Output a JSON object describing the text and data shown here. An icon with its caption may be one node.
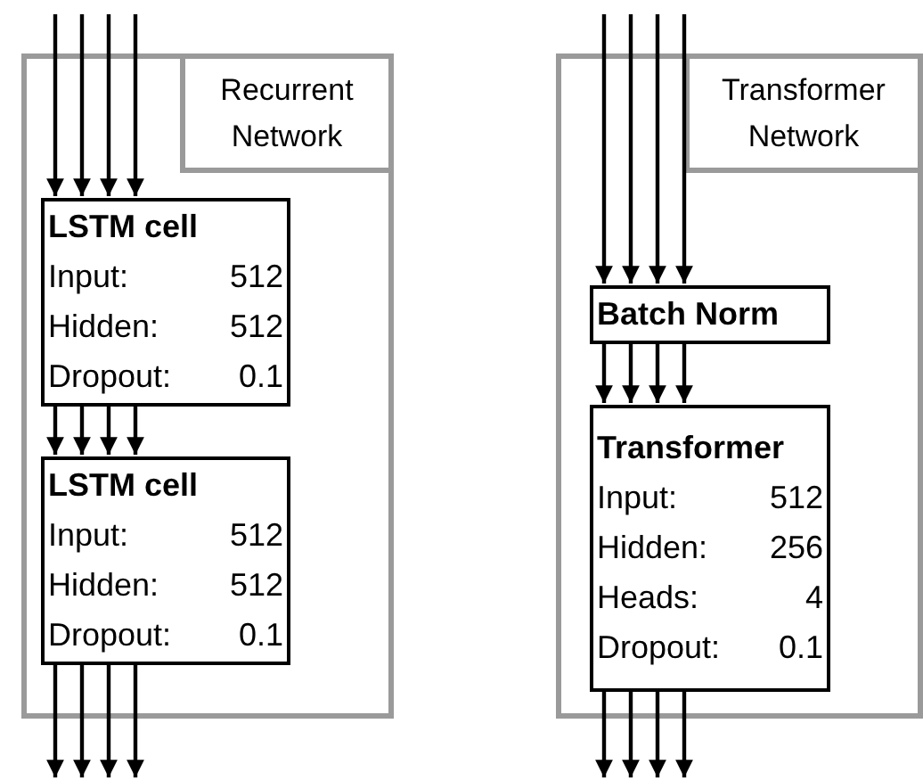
{
  "diagram": {
    "nodes": [
      {
        "text": [],
        "shape": "box"
      },
      {
        "text": [
          "Recurrent Network"
        ],
        "in": 0
      },
      {
        "text": [
          "LSTM cell",
          "Input: 512",
          "Hidden: 512",
          "Dropout: 0.1"
        ],
        "in": 0
      },
      {
        "text": [
          "LSTM cell",
          "Input: 512",
          "Hidden: 512",
          "Dropout: 0.1"
        ],
        "in": 0
      },
      {
        "text": [],
        "shape": "box"
      },
      {
        "text": [
          "Transformer Network"
        ],
        "in": 4
      },
      {
        "text": [
          "Batch Norm"
        ],
        "in": 4
      },
      {
        "text": [
          "Transformer",
          "Input: 512",
          "Hidden: 256",
          "Heads: 4",
          "Dropout: 0.1"
        ],
        "in": 4
      }
    ],
    "edges": [
      {
        "from": null,
        "to": 2,
        "arrow": "to"
      },
      {
        "from": null,
        "to": 2,
        "arrow": "to"
      },
      {
        "from": null,
        "to": 2,
        "arrow": "to"
      },
      {
        "from": null,
        "to": 2,
        "arrow": "to"
      },
      {
        "from": 2,
        "to": 3,
        "arrow": "to"
      },
      {
        "from": 2,
        "to": 3,
        "arrow": "to"
      },
      {
        "from": 2,
        "to": 3,
        "arrow": "to"
      },
      {
        "from": 2,
        "to": 3,
        "arrow": "to"
      },
      {
        "from": 3,
        "to": null,
        "arrow": "to"
      },
      {
        "from": 3,
        "to": null,
        "arrow": "to"
      },
      {
        "from": 3,
        "to": null,
        "arrow": "to"
      },
      {
        "from": 3,
        "to": null,
        "arrow": "to"
      },
      {
        "from": null,
        "to": 6,
        "arrow": "to"
      },
      {
        "from": null,
        "to": 6,
        "arrow": "to"
      },
      {
        "from": null,
        "to": 6,
        "arrow": "to"
      },
      {
        "from": null,
        "to": 6,
        "arrow": "to"
      },
      {
        "from": 6,
        "to": 7,
        "arrow": "to"
      },
      {
        "from": 6,
        "to": 7,
        "arrow": "to"
      },
      {
        "from": 6,
        "to": 7,
        "arrow": "to"
      },
      {
        "from": 6,
        "to": 7,
        "arrow": "to"
      },
      {
        "from": 7,
        "to": null,
        "arrow": "to"
      },
      {
        "from": 7,
        "to": null,
        "arrow": "to"
      },
      {
        "from": 7,
        "to": null,
        "arrow": "to"
      },
      {
        "from": 7,
        "to": null,
        "arrow": "to"
      }
    ]
  }
}
